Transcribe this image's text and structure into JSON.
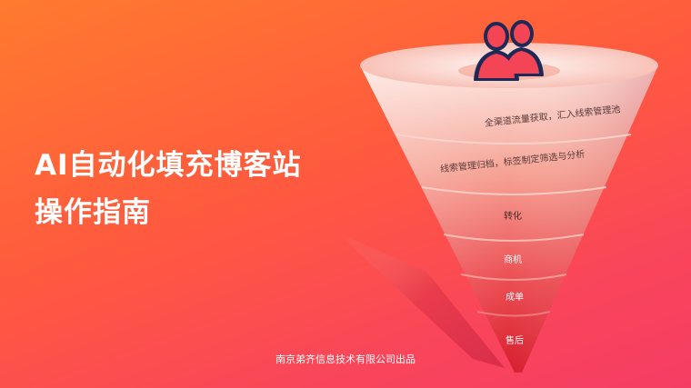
{
  "title": {
    "line1": "AI自动化填充博客站",
    "line2": "操作指南"
  },
  "funnel": {
    "stages": [
      {
        "label": "全渠道流量获取，汇入线索管理池"
      },
      {
        "label": "线索管理归档，标签制定筛选与分析"
      },
      {
        "label": "转化"
      },
      {
        "label": "商机"
      },
      {
        "label": "成单"
      },
      {
        "label": "售后"
      }
    ]
  },
  "footer": {
    "text": "南京弟齐信息技术有限公司出品"
  },
  "colors": {
    "background_start": "#ff7a2e",
    "background_end": "#f53d63",
    "funnel_light": "#fde3dc",
    "funnel_dark": "#d81e2e",
    "icon_fill": "#f44557",
    "icon_outline": "#1e2a55",
    "stage_text_light": "#5a3a3a",
    "stage_text_dark": "#ffffff"
  },
  "icon": "user-icon"
}
